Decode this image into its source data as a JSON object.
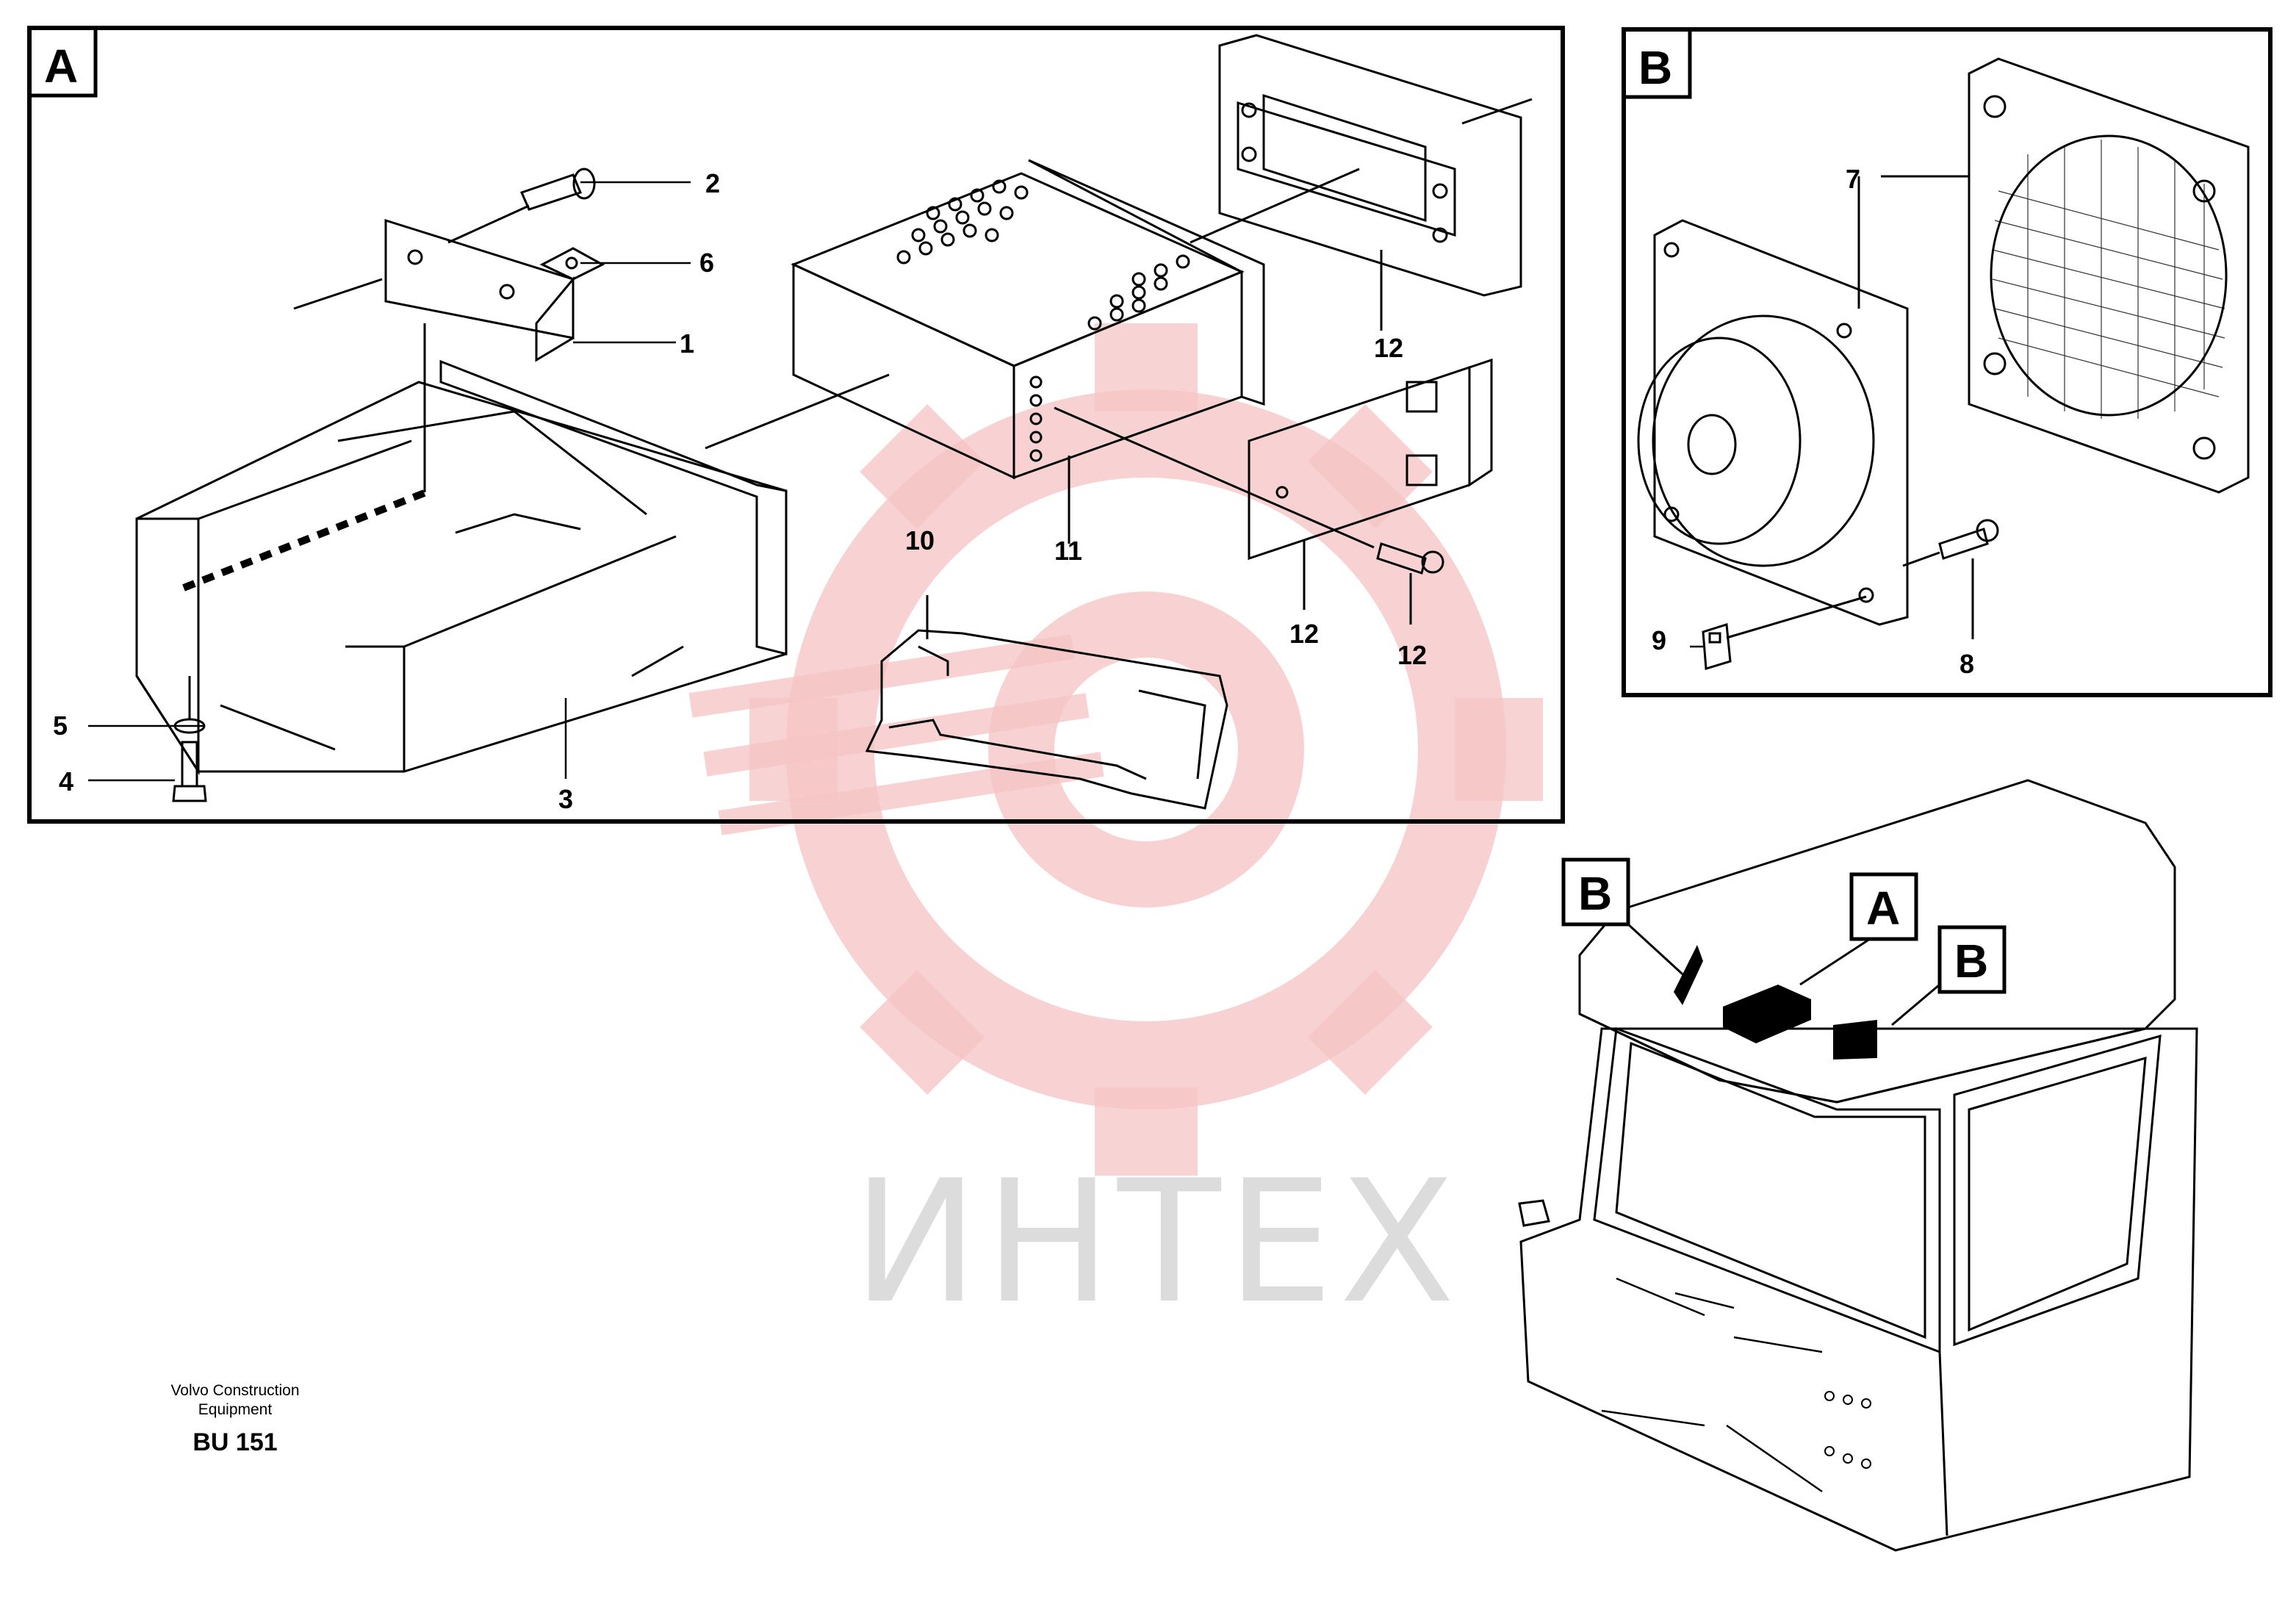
{
  "panels": {
    "a_tag": "A",
    "b_tag": "B"
  },
  "callouts": {
    "c1": "1",
    "c2": "2",
    "c3": "3",
    "c4": "4",
    "c5": "5",
    "c6": "6",
    "c7": "7",
    "c8": "8",
    "c9": "9",
    "c10": "10",
    "c11": "11",
    "c12a": "12",
    "c12b": "12",
    "c12c": "12"
  },
  "location_tags": {
    "b_left": "B",
    "a_center": "A",
    "b_right": "B"
  },
  "watermark": {
    "text": "ИНТЕХ",
    "color": "#f4b6b6"
  },
  "footer": {
    "line1": "Volvo Construction",
    "line2": "Equipment",
    "code": "BU 151"
  }
}
